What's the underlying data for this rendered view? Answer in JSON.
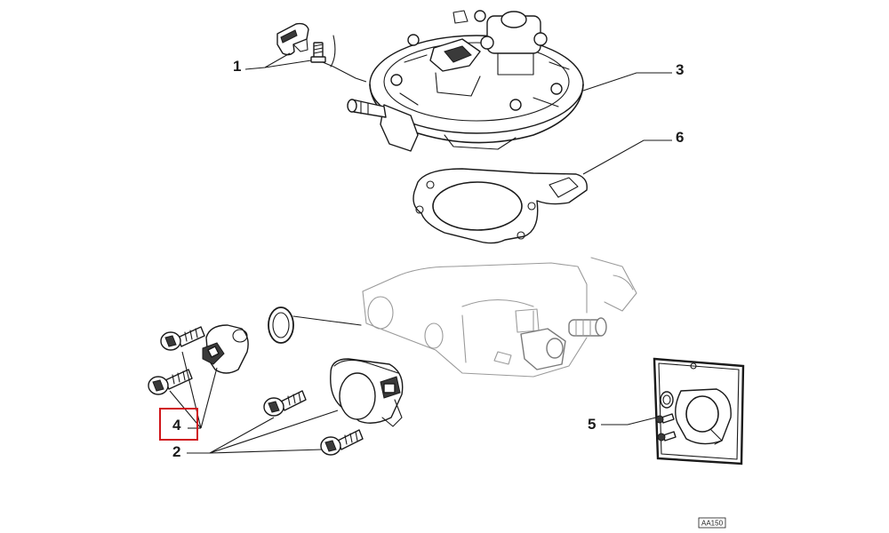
{
  "callouts": [
    {
      "id": "1",
      "label": "1"
    },
    {
      "id": "2",
      "label": "2"
    },
    {
      "id": "3",
      "label": "3"
    },
    {
      "id": "4",
      "label": "4"
    },
    {
      "id": "5",
      "label": "5"
    },
    {
      "id": "6",
      "label": "6"
    }
  ],
  "highlighted_callout": "4",
  "highlight_color": "#d0161b",
  "reference_code": "AA150"
}
